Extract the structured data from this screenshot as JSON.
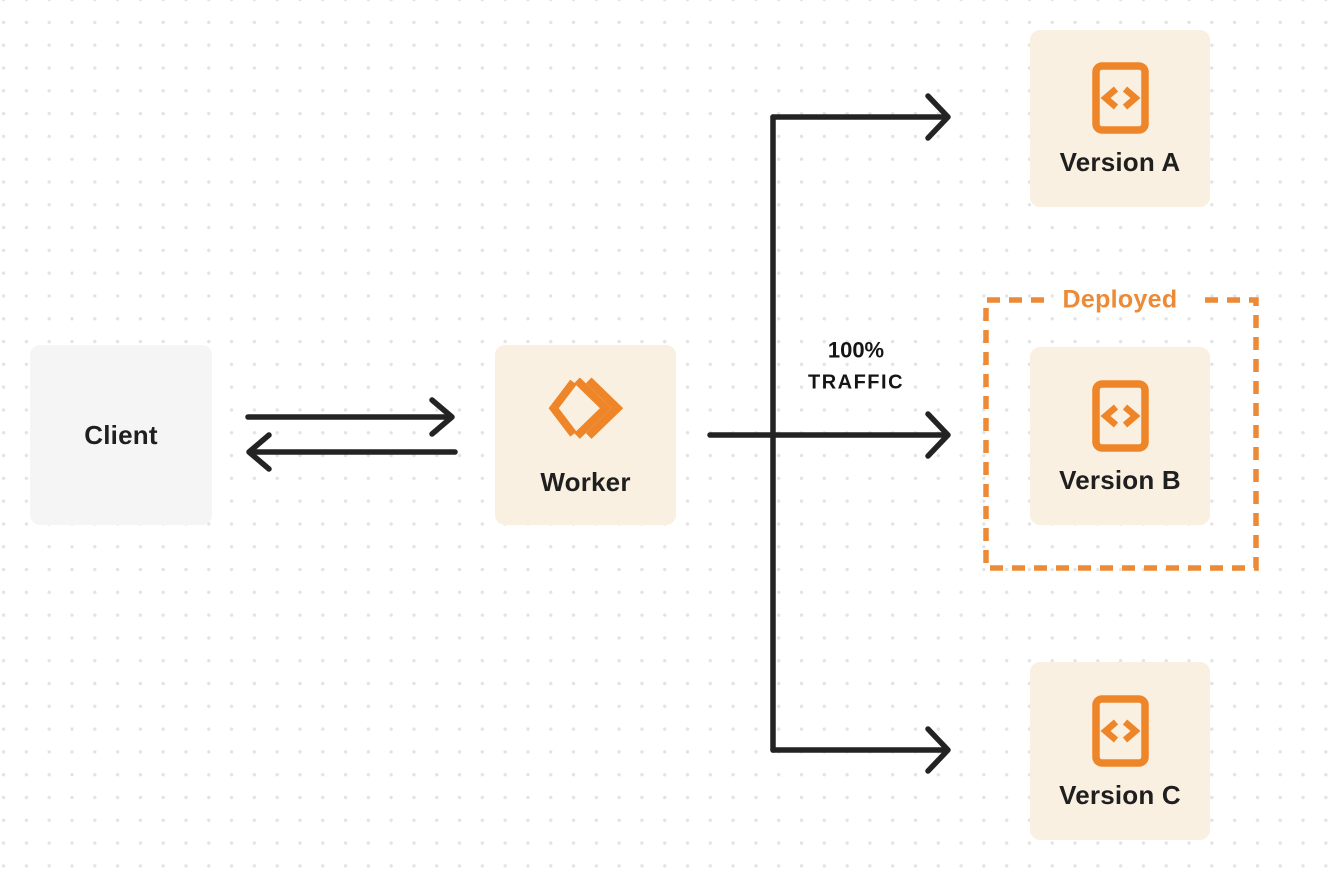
{
  "diagram": {
    "description": "Worker routing traffic between deployed versions",
    "nodes": {
      "client": {
        "label": "Client"
      },
      "worker": {
        "label": "Worker",
        "icon": "cloudflare-workers-logo-icon"
      },
      "version_a": {
        "label": "Version A",
        "icon": "code-file-icon"
      },
      "version_b": {
        "label": "Version B",
        "icon": "code-file-icon"
      },
      "version_c": {
        "label": "Version C",
        "icon": "code-file-icon"
      }
    },
    "deployed_badge": "Deployed",
    "traffic_label": {
      "line1": "100%",
      "line2": "TRAFFIC"
    },
    "edges": [
      {
        "from": "client",
        "to": "worker",
        "style": "solid-arrow"
      },
      {
        "from": "worker",
        "to": "client",
        "style": "solid-arrow"
      },
      {
        "from": "worker",
        "to": "version_a",
        "style": "solid-arrow"
      },
      {
        "from": "worker",
        "to": "version_b",
        "style": "solid-arrow",
        "label": "100% TRAFFIC"
      },
      {
        "from": "worker",
        "to": "version_c",
        "style": "solid-arrow"
      }
    ]
  },
  "colors": {
    "accent_orange": "#ee8529",
    "dashed_border_orange": "#ec8a35",
    "node_cream_background": "#faf0e1",
    "client_gray_background": "#f5f5f6",
    "arrow_dark": "#232323",
    "text_dark": "#1f1f1f",
    "dot_grid": "#e3e3e6",
    "page_background": "#ffffff"
  }
}
